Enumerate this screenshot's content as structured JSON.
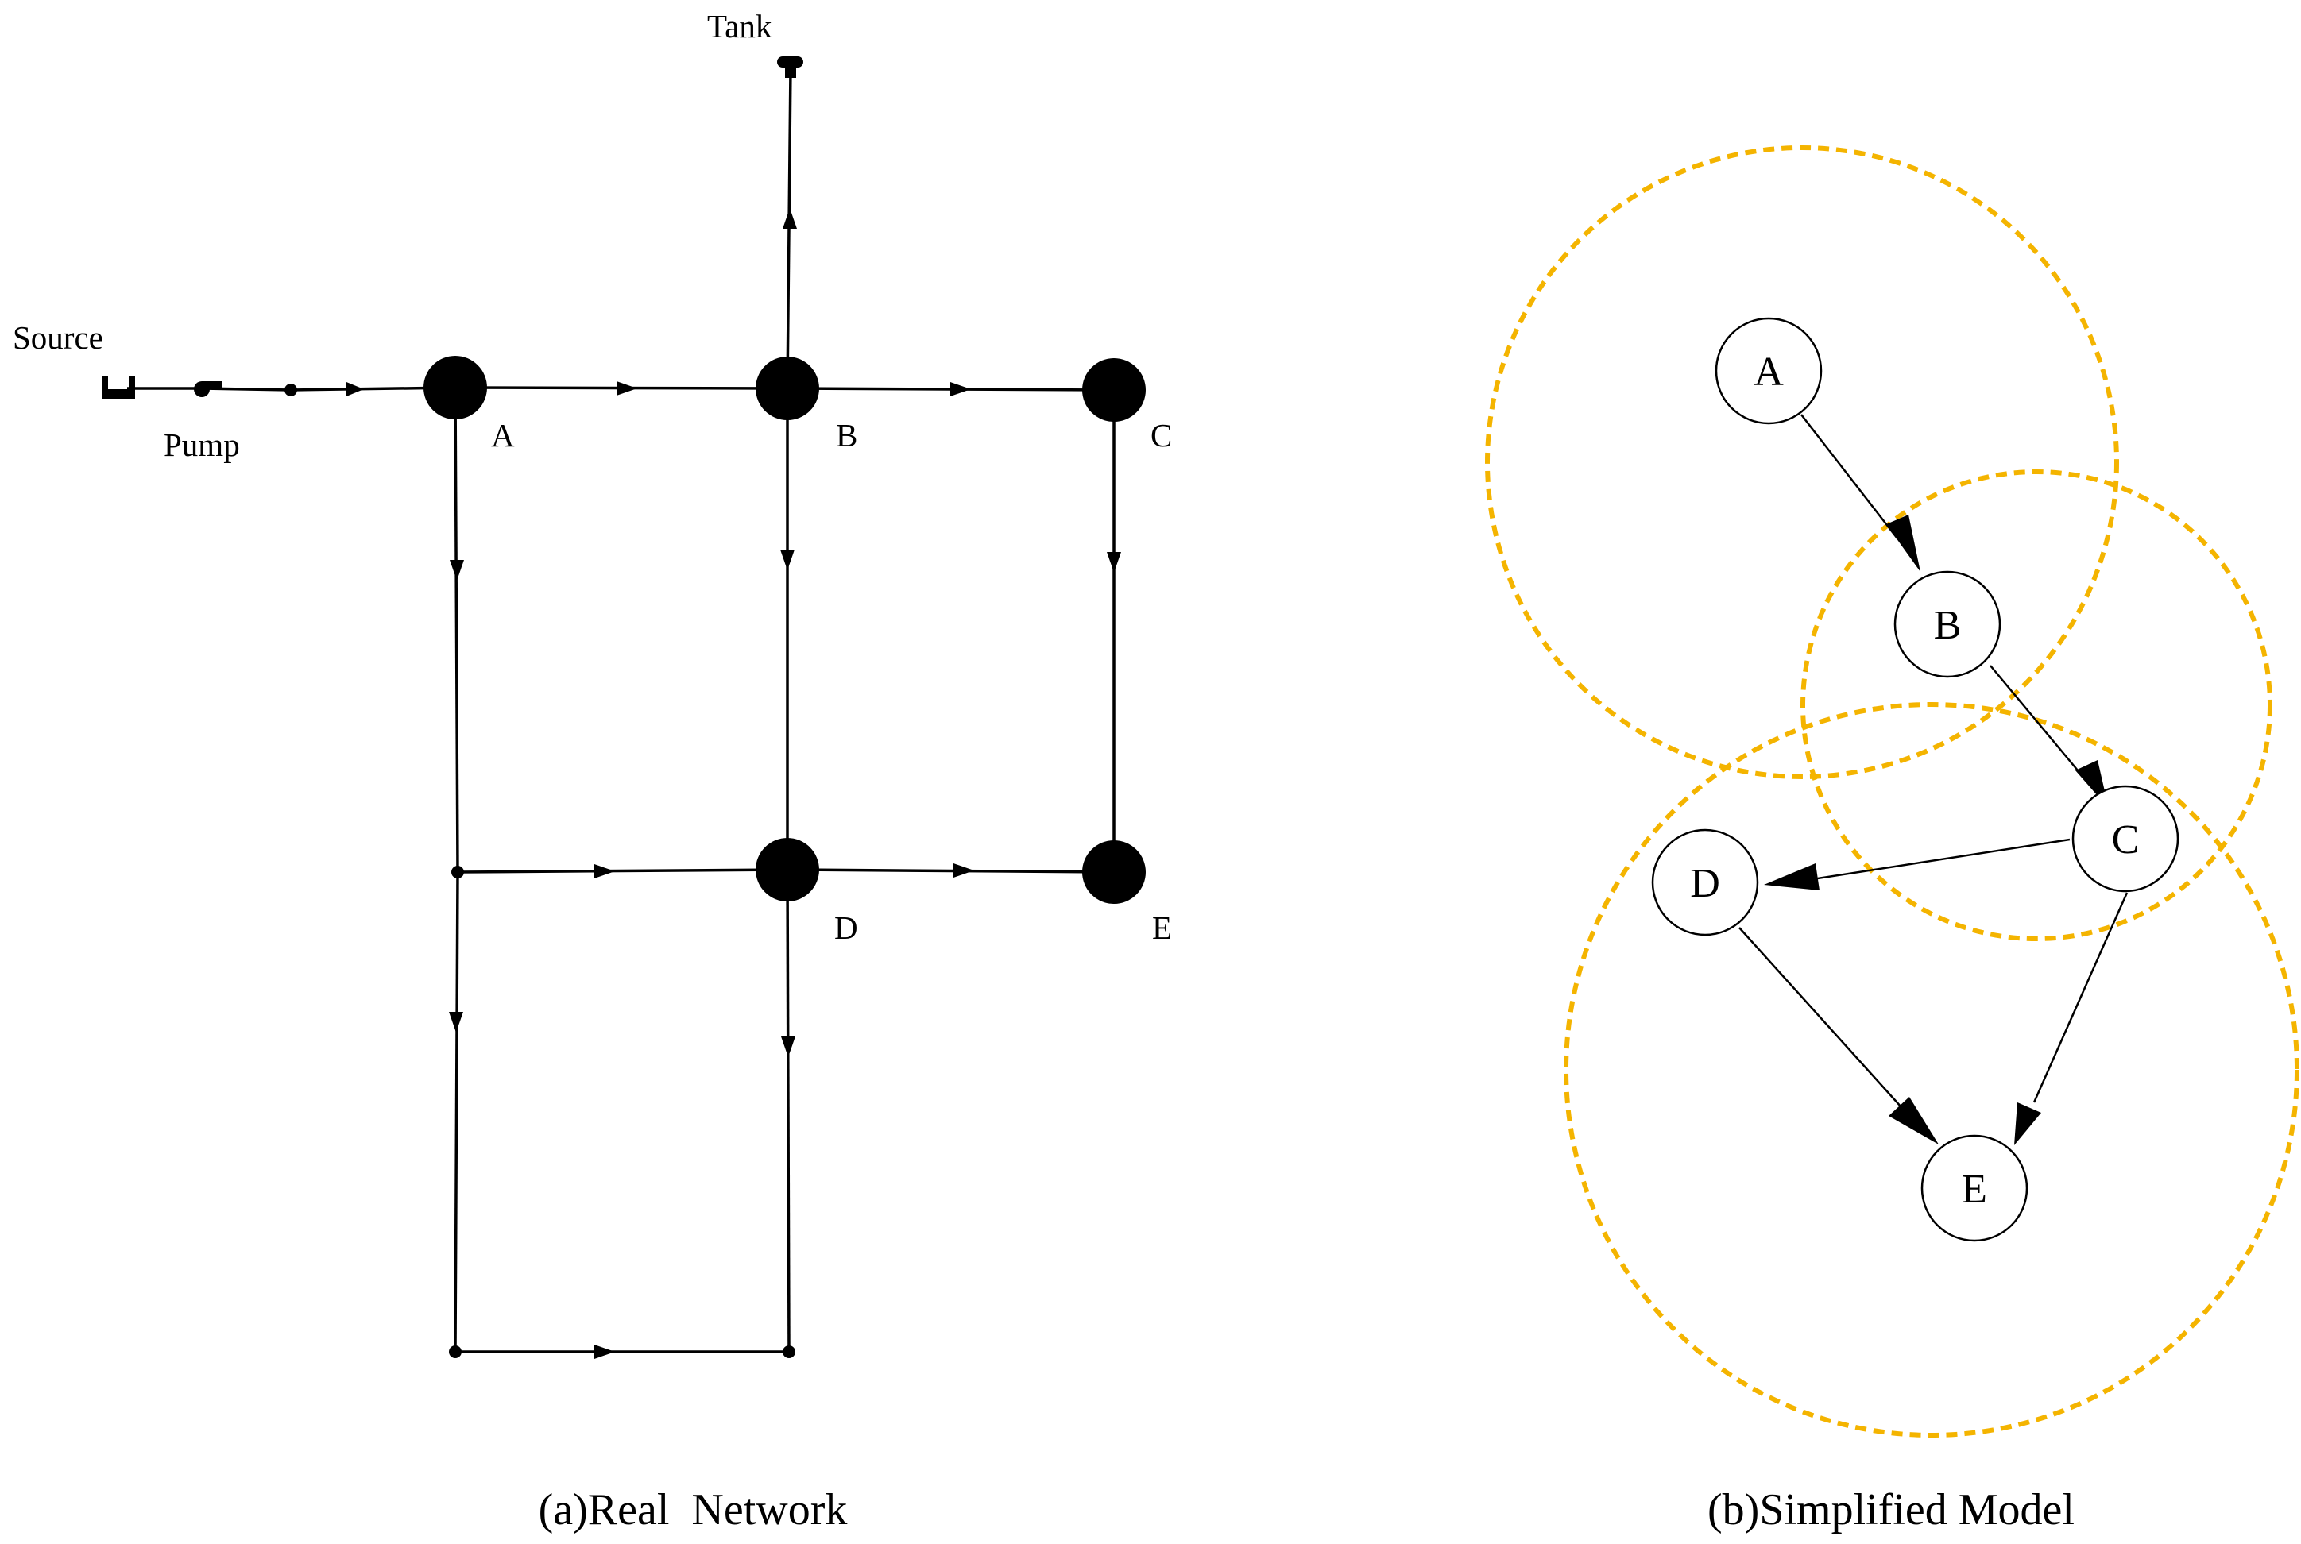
{
  "real_network": {
    "caption": "(a)Real  Network",
    "labels": {
      "source": "Source",
      "pump": "Pump",
      "tank": "Tank"
    },
    "junctions": [
      {
        "id": "A",
        "label": "A"
      },
      {
        "id": "B",
        "label": "B"
      },
      {
        "id": "C",
        "label": "C"
      },
      {
        "id": "D",
        "label": "D"
      },
      {
        "id": "E",
        "label": "E"
      }
    ],
    "pipes": [
      {
        "from": "Source",
        "to": "A"
      },
      {
        "from": "A",
        "to": "B"
      },
      {
        "from": "B",
        "to": "C"
      },
      {
        "from": "B",
        "to": "Tank"
      },
      {
        "from": "A",
        "to": "A-south"
      },
      {
        "from": "B",
        "to": "D"
      },
      {
        "from": "C",
        "to": "E"
      },
      {
        "from": "A-south",
        "to": "D"
      },
      {
        "from": "D",
        "to": "E"
      },
      {
        "from": "A-south",
        "to": "bottom-left"
      },
      {
        "from": "D",
        "to": "bottom-right"
      },
      {
        "from": "bottom-left",
        "to": "bottom-right"
      }
    ]
  },
  "simplified_model": {
    "caption": "(b)Simplified Model",
    "nodes": [
      {
        "id": "A",
        "label": "A"
      },
      {
        "id": "B",
        "label": "B"
      },
      {
        "id": "C",
        "label": "C"
      },
      {
        "id": "D",
        "label": "D"
      },
      {
        "id": "E",
        "label": "E"
      }
    ],
    "edges": [
      {
        "from": "A",
        "to": "B"
      },
      {
        "from": "B",
        "to": "C"
      },
      {
        "from": "C",
        "to": "D"
      },
      {
        "from": "C",
        "to": "E"
      },
      {
        "from": "D",
        "to": "E"
      }
    ],
    "regions": [
      {
        "name": "upper",
        "color": "#F4B400"
      },
      {
        "name": "middle",
        "color": "#F4B400"
      },
      {
        "name": "lower",
        "color": "#F4B400"
      }
    ]
  }
}
